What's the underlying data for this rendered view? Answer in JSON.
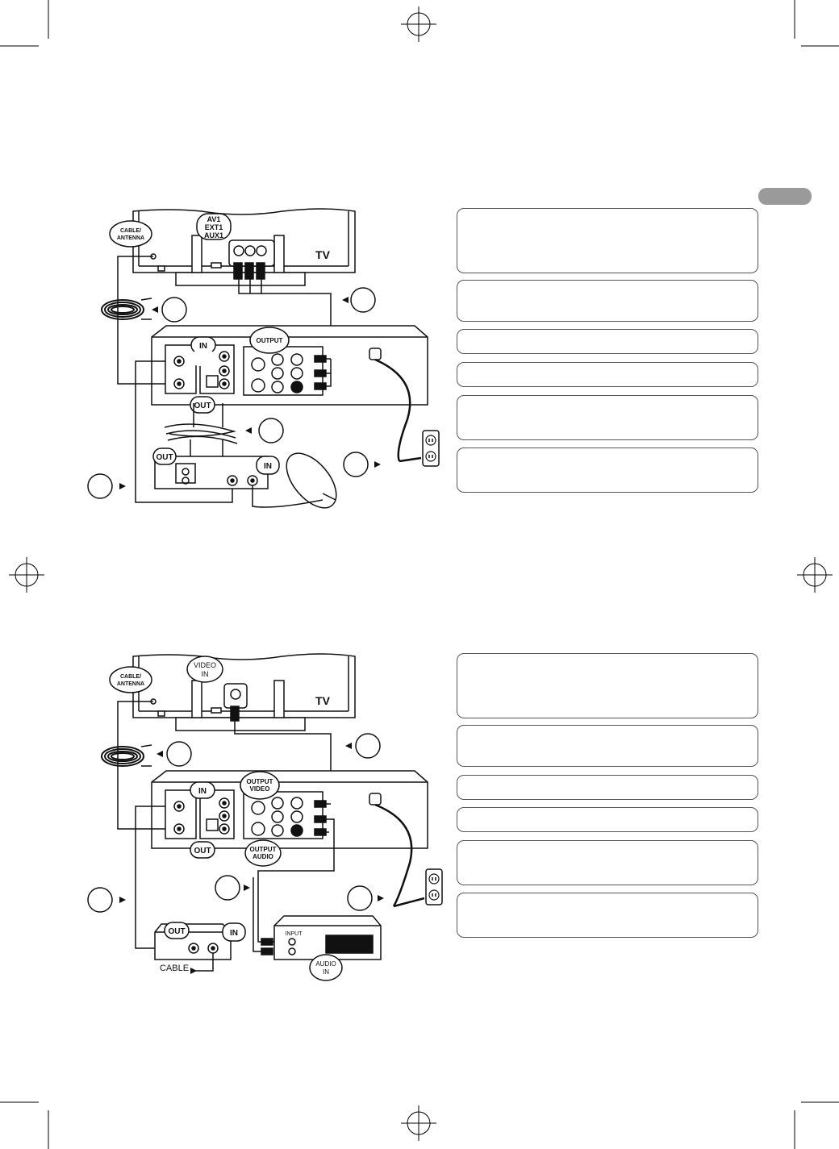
{
  "diagram_top": {
    "tv_label": "TV",
    "tv_input_label": [
      "AV1",
      "EXT1",
      "AUX1"
    ],
    "cable_antenna_label": [
      "CABLE/",
      "ANTENNA"
    ],
    "in_label": "IN",
    "out_label": "OUT",
    "output_label": "OUTPUT",
    "receiver_out_label": "OUT",
    "receiver_in_label": "IN"
  },
  "diagram_bottom": {
    "tv_label": "TV",
    "tv_input_label": [
      "VIDEO",
      "IN"
    ],
    "cable_antenna_label": [
      "CABLE/",
      "ANTENNA"
    ],
    "in_label": "IN",
    "out_label": "OUT",
    "output_video_label": [
      "OUTPUT",
      "VIDEO"
    ],
    "output_audio_label": [
      "OUTPUT",
      "AUDIO"
    ],
    "amp_input_label": "INPUT",
    "audio_in_label": [
      "AUDIO",
      "IN"
    ],
    "box_out_label": "OUT",
    "box_in_label": "IN",
    "cable_label": "CABLE"
  },
  "colors": {
    "line": "#1a1a1a",
    "tab": "#9a9a9a",
    "box_border": "#555555"
  }
}
